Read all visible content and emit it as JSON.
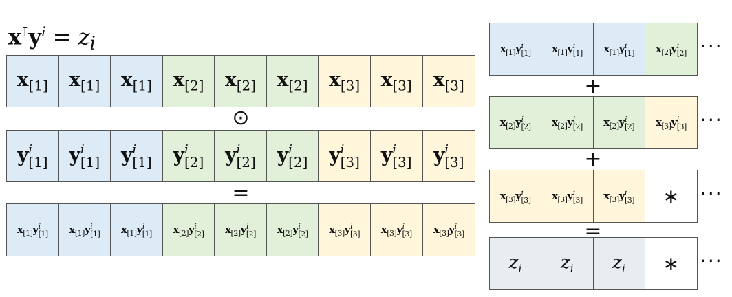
{
  "title": {
    "x": "x",
    "transpose": "⊺",
    "y": "y",
    "i": "i",
    "eq": " = ",
    "z": "z",
    "sub": "i"
  },
  "symbols": {
    "odot": "⊙",
    "equals": "=",
    "plus": "+",
    "ellipsis": "···",
    "star": "∗"
  },
  "row_x": [
    {
      "base": "x",
      "idx": "[1]",
      "color": "blue"
    },
    {
      "base": "x",
      "idx": "[1]",
      "color": "blue"
    },
    {
      "base": "x",
      "idx": "[1]",
      "color": "blue"
    },
    {
      "base": "x",
      "idx": "[2]",
      "color": "green"
    },
    {
      "base": "x",
      "idx": "[2]",
      "color": "green"
    },
    {
      "base": "x",
      "idx": "[2]",
      "color": "green"
    },
    {
      "base": "x",
      "idx": "[3]",
      "color": "yellow"
    },
    {
      "base": "x",
      "idx": "[3]",
      "color": "yellow"
    },
    {
      "base": "x",
      "idx": "[3]",
      "color": "yellow"
    }
  ],
  "row_y": [
    {
      "base": "y",
      "sup": "i",
      "idx": "[1]",
      "color": "blue"
    },
    {
      "base": "y",
      "sup": "i",
      "idx": "[1]",
      "color": "blue"
    },
    {
      "base": "y",
      "sup": "i",
      "idx": "[1]",
      "color": "blue"
    },
    {
      "base": "y",
      "sup": "i",
      "idx": "[2]",
      "color": "green"
    },
    {
      "base": "y",
      "sup": "i",
      "idx": "[2]",
      "color": "green"
    },
    {
      "base": "y",
      "sup": "i",
      "idx": "[2]",
      "color": "green"
    },
    {
      "base": "y",
      "sup": "i",
      "idx": "[3]",
      "color": "yellow"
    },
    {
      "base": "y",
      "sup": "i",
      "idx": "[3]",
      "color": "yellow"
    },
    {
      "base": "y",
      "sup": "i",
      "idx": "[3]",
      "color": "yellow"
    }
  ],
  "row_prod": [
    {
      "idx": "[1]",
      "color": "blue"
    },
    {
      "idx": "[1]",
      "color": "blue"
    },
    {
      "idx": "[1]",
      "color": "blue"
    },
    {
      "idx": "[2]",
      "color": "green"
    },
    {
      "idx": "[2]",
      "color": "green"
    },
    {
      "idx": "[2]",
      "color": "green"
    },
    {
      "idx": "[3]",
      "color": "yellow"
    },
    {
      "idx": "[3]",
      "color": "yellow"
    },
    {
      "idx": "[3]",
      "color": "yellow"
    }
  ],
  "right_rows": [
    [
      {
        "kind": "prod",
        "idx": "[1]",
        "color": "blue"
      },
      {
        "kind": "prod",
        "idx": "[1]",
        "color": "blue"
      },
      {
        "kind": "prod",
        "idx": "[1]",
        "color": "blue"
      },
      {
        "kind": "prod",
        "idx": "[2]",
        "color": "green"
      }
    ],
    [
      {
        "kind": "prod",
        "idx": "[2]",
        "color": "green"
      },
      {
        "kind": "prod",
        "idx": "[2]",
        "color": "green"
      },
      {
        "kind": "prod",
        "idx": "[2]",
        "color": "green"
      },
      {
        "kind": "prod",
        "idx": "[3]",
        "color": "yellow"
      }
    ],
    [
      {
        "kind": "prod",
        "idx": "[3]",
        "color": "yellow"
      },
      {
        "kind": "prod",
        "idx": "[3]",
        "color": "yellow"
      },
      {
        "kind": "prod",
        "idx": "[3]",
        "color": "yellow"
      },
      {
        "kind": "star",
        "color": "white"
      }
    ],
    [
      {
        "kind": "z",
        "color": "gray"
      },
      {
        "kind": "z",
        "color": "gray"
      },
      {
        "kind": "z",
        "color": "gray"
      },
      {
        "kind": "star",
        "color": "white"
      }
    ]
  ],
  "colors": {
    "blue": "#ddebf7",
    "green": "#e2efd9",
    "yellow": "#fff6db",
    "white": "#ffffff",
    "gray": "#e8edf1",
    "border": "#555555"
  }
}
